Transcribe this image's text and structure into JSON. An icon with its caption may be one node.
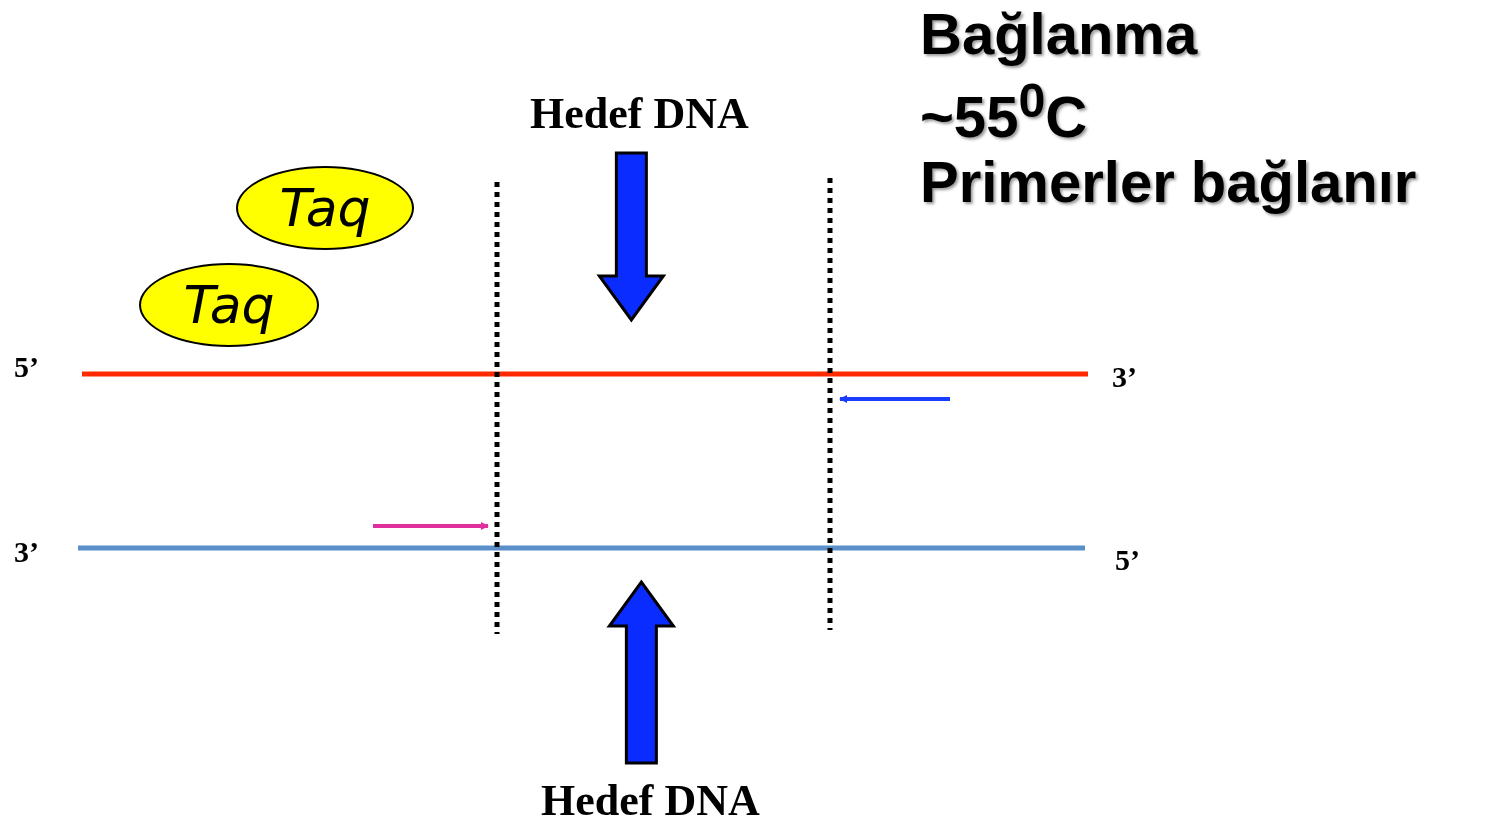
{
  "diagram": {
    "nodes": [
      {
        "text": [
          "Taq"
        ]
      },
      {
        "text": [
          "Taq"
        ]
      },
      {
        "text": [
          "Hedef DNA"
        ]
      },
      {
        "text": [
          "Hedef DNA"
        ]
      }
    ],
    "edges": [
      {
        "from": 2,
        "to": null,
        "arrow": "to"
      },
      {
        "from": 3,
        "to": null,
        "arrow": "to"
      }
    ],
    "labels": [
      "Bağlanma",
      "~55$^{0}$C",
      "Primerler bağlanır",
      "5’",
      "3’",
      "3’",
      "5’"
    ]
  }
}
